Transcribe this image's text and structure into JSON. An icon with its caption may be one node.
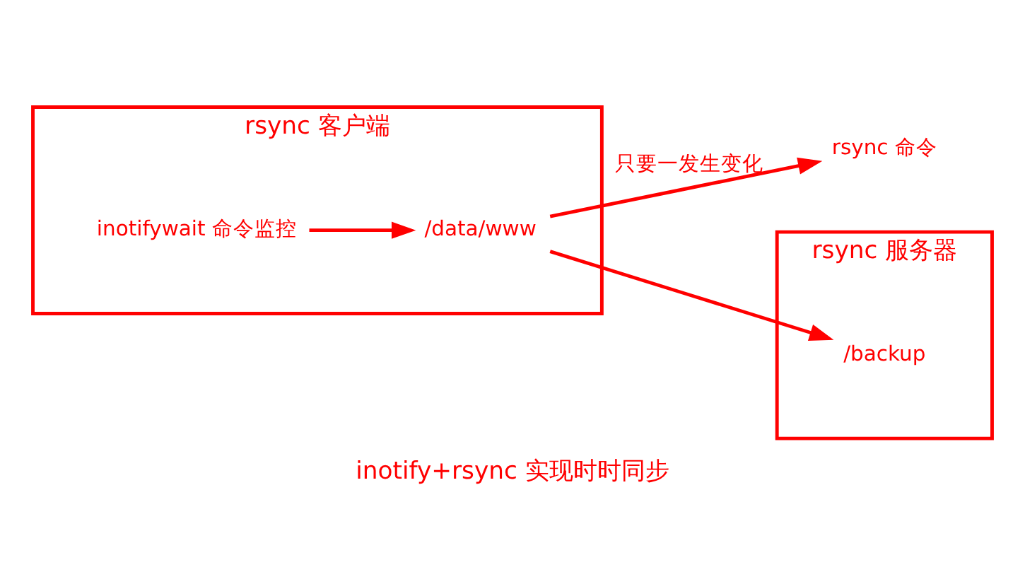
{
  "diagram": {
    "caption": "inotify+rsync 实现时时同步",
    "nodes": [
      {
        "text": [
          "rsync 客户端"
        ]
      },
      {
        "text": [
          "/data/www"
        ],
        "in": 0
      },
      {
        "text": [
          "inotifywait 命令监控"
        ],
        "in": 0
      },
      {
        "text": [
          "rsync 命令"
        ]
      },
      {
        "text": [
          "rsync 服务器"
        ]
      },
      {
        "text": [
          "/backup"
        ],
        "in": 4
      }
    ],
    "edges": [
      {
        "from": 2,
        "to": 1,
        "arrow": "to"
      },
      {
        "from": 1,
        "to": 3,
        "arrow": "to",
        "label": "只要一发生变化"
      },
      {
        "from": 1,
        "to": 5,
        "arrow": "to"
      }
    ]
  }
}
